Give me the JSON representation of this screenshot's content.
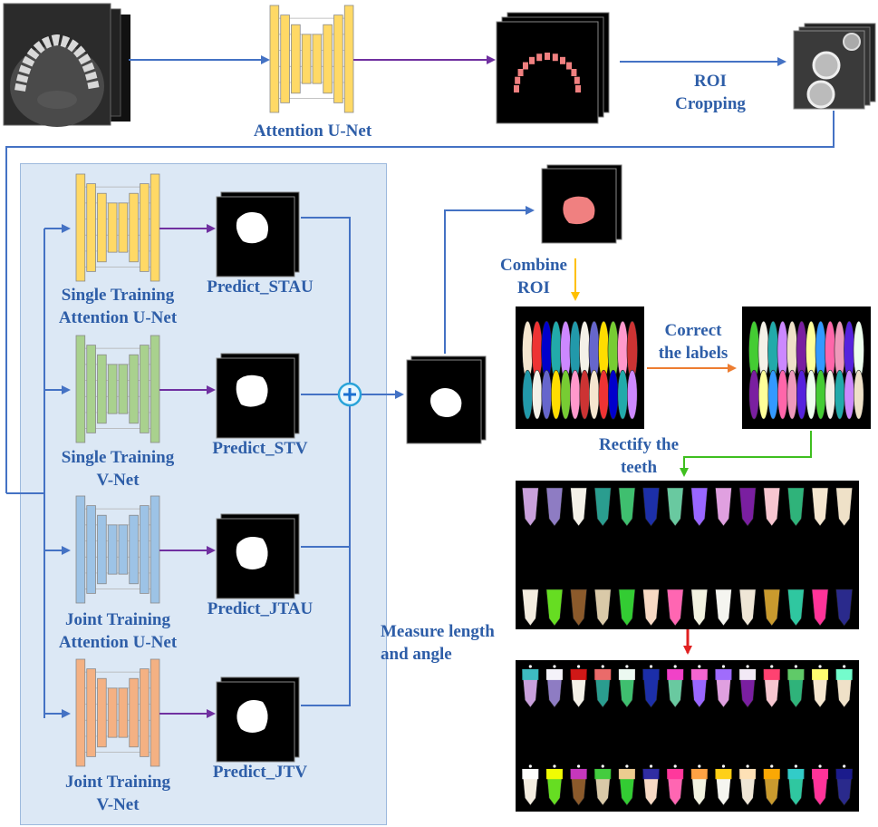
{
  "colors": {
    "arrow_blue": "#4472c4",
    "arrow_purple": "#7030a0",
    "arrow_orange": "#ed7d31",
    "arrow_yellow": "#ffc000",
    "arrow_green": "#3fbf1f",
    "arrow_red": "#e02020",
    "net_yellow": "#ffd966",
    "net_green": "#a9d18e",
    "net_blue": "#9dc3e6",
    "net_orange": "#f4b183",
    "panel_bg": "#dce8f5",
    "label_text": "#2e5ea8",
    "mask_pink": "#f08080"
  },
  "top_row": {
    "attention_unet_label": "Attention U-Net",
    "roi_cropping_label": [
      "ROI",
      "Cropping"
    ]
  },
  "networks": [
    {
      "label": [
        "Single Training",
        "Attention U-Net"
      ],
      "color": "net_yellow"
    },
    {
      "label": [
        "Single Training",
        "V-Net"
      ],
      "color": "net_green"
    },
    {
      "label": [
        "Joint Training",
        "Attention U-Net"
      ],
      "color": "net_blue"
    },
    {
      "label": [
        "Joint Training",
        "V-Net"
      ],
      "color": "net_orange"
    }
  ],
  "predictions": [
    "Predict_STAU",
    "Predict_STV",
    "Predict_JTAU",
    "Predict_JTV"
  ],
  "ensemble_icon": "plus-circle-icon",
  "right_flow": {
    "combine_roi_label": [
      "Combine",
      "ROI"
    ],
    "correct_labels_label": [
      "Correct",
      "the labels"
    ],
    "rectify_label": [
      "Rectify the",
      "teeth"
    ],
    "measure_label": [
      "Measure length",
      "and angle"
    ]
  },
  "tooth_colors_upper": [
    "#c9a0dc",
    "#8e7cc3",
    "#f4f1e8",
    "#2a9d8f",
    "#3fbf6f",
    "#1c2fa8",
    "#69c9a0",
    "#9966ff",
    "#e0a0e0",
    "#7a1fa0",
    "#f7c6d0",
    "#2fb37a",
    "#f5e6cf",
    "#efe1c8"
  ],
  "tooth_colors_lower": [
    "#f4ede0",
    "#66dd22",
    "#8b5a2b",
    "#d9c9a8",
    "#33cc33",
    "#f7d9c4",
    "#ff66b2",
    "#f2f2e0",
    "#f5f5f0",
    "#efe6d6",
    "#c99a2e",
    "#2fc7a0",
    "#ff3399",
    "#2a2a8c"
  ],
  "measure_caps_upper": [
    "#2fbfbf",
    "#ffffff",
    "#cc0000",
    "#ff6666",
    "#ffffff",
    "#1c2fa8",
    "#ff33cc",
    "#ff66cc",
    "#9966ff",
    "#ffffff",
    "#ff3366",
    "#66cc66",
    "#ffff66",
    "#66ffcc"
  ],
  "measure_caps_lower": [
    "#ffffff",
    "#ffff00",
    "#cc33cc",
    "#33cc33",
    "#ffcc99",
    "#1a1aa0",
    "#ff3399",
    "#ff9933",
    "#ffcc00",
    "#ffe0b2",
    "#ffaa00",
    "#33cccc",
    "#ff3399",
    "#1a1a8c"
  ]
}
